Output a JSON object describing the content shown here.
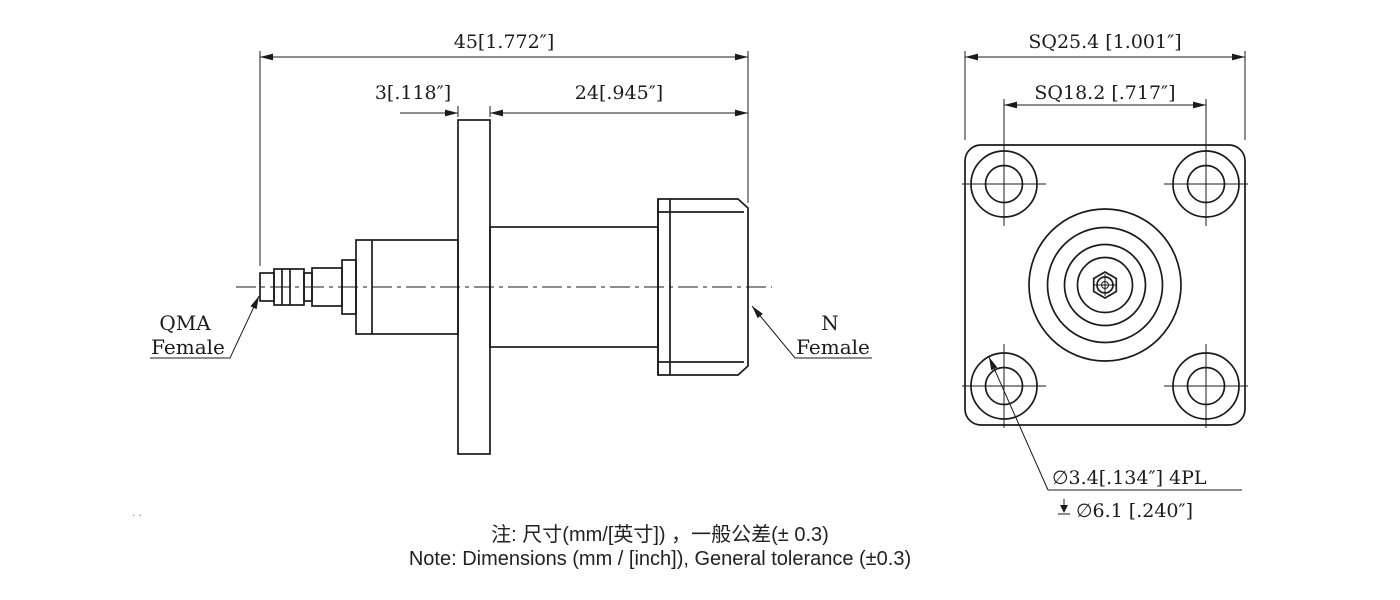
{
  "side_view": {
    "dims": {
      "total": "45[1.772″]",
      "flange": "3[.118″]",
      "body": "24[.945″]"
    },
    "left_connector": {
      "line1": "QMA",
      "line2": "Female"
    },
    "right_connector": {
      "line1": "N",
      "line2": "Female"
    }
  },
  "front_view": {
    "dims": {
      "square": "SQ25.4 [1.001″]",
      "bolt_spacing": "SQ18.2 [.717″]",
      "hole": "∅3.4[.134″] 4PL",
      "counterbore": "∅6.1 [.240″]"
    }
  },
  "notes": {
    "chinese": "注: 尺寸(mm/[英寸]) ，一般公差(± 0.3)",
    "english": "Note: Dimensions (mm / [inch]), General tolerance (±0.3)"
  },
  "artifact": ". .",
  "colors": {
    "line": "#1b1b1b",
    "background": "#ffffff"
  }
}
